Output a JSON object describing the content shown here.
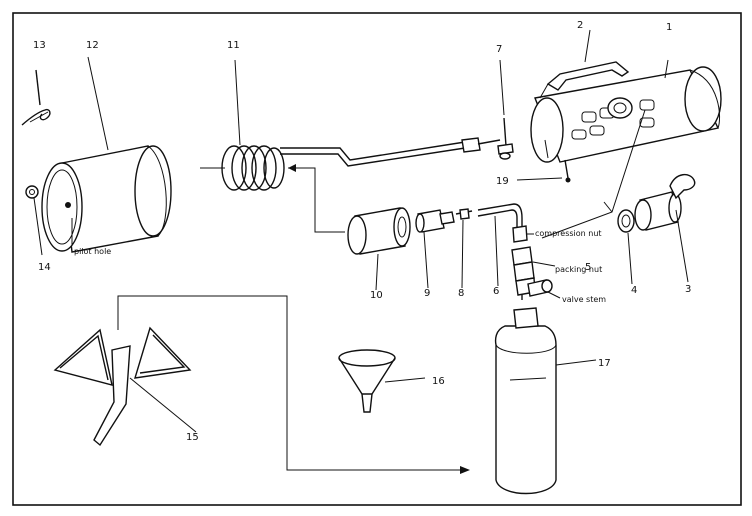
{
  "parts": {
    "n1": "1",
    "n2": "2",
    "n3": "3",
    "n4": "4",
    "n5": "5",
    "n6": "6",
    "n7": "7",
    "n8": "8",
    "n9": "9",
    "n10": "10",
    "n11": "11",
    "n12": "12",
    "n13": "13",
    "n14": "14",
    "n15": "15",
    "n16": "16",
    "n17": "17",
    "n19": "19"
  },
  "labels": {
    "pilot_hole": "pilot hole",
    "compression_nut": "compression nut",
    "packing_nut": "packing nut",
    "valve_stem": "valve stem"
  }
}
